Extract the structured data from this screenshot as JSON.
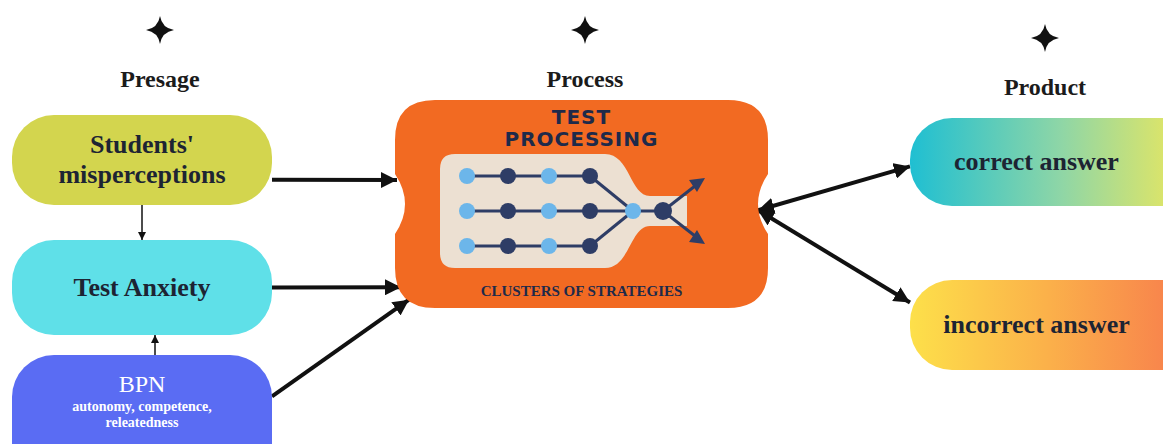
{
  "diagram": {
    "nodes": [
      {
        "text": [
          "Students' misperceptions"
        ]
      },
      {
        "text": [
          "Test Anxiety"
        ]
      },
      {
        "text": [
          "BPN",
          "autonomy, competence, releatedness"
        ]
      },
      {
        "text": [
          "TEST PROCESSING",
          "CLUSTERS OF STRATEGIES"
        ]
      },
      {
        "text": [
          "correct answer"
        ]
      },
      {
        "text": [
          "incorrect answer"
        ]
      }
    ],
    "edges": [
      {
        "from": 0,
        "to": 3,
        "arrow": "to"
      },
      {
        "from": 0,
        "to": 1,
        "arrow": "to"
      },
      {
        "from": 1,
        "to": 3,
        "arrow": "to"
      },
      {
        "from": 2,
        "to": 1,
        "arrow": "to"
      },
      {
        "from": 2,
        "to": 3,
        "arrow": "to"
      },
      {
        "from": 3,
        "to": 4,
        "arrow": "both"
      },
      {
        "from": 3,
        "to": 5,
        "arrow": "both"
      }
    ],
    "labels": [
      "Presage",
      "Process",
      "Product"
    ]
  }
}
